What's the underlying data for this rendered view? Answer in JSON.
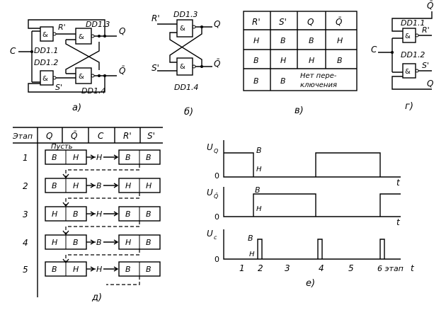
{
  "panel_a": {
    "caption": "а)",
    "input_c": "C",
    "out_q": "Q",
    "out_qbar": "Q̄",
    "gates": [
      "DD1.1",
      "DD1.2",
      "DD1.3",
      "DD1.4"
    ],
    "signal_r": "R'",
    "signal_s": "S'",
    "gate_sym": "&"
  },
  "panel_b": {
    "caption": "б)",
    "label_r": "R'",
    "label_s": "S'",
    "gate_top": "DD1.3",
    "gate_bottom": "DD1.4",
    "out_q": "Q",
    "out_qbar": "Q̄"
  },
  "panel_v": {
    "caption": "в)",
    "headers": [
      "R'",
      "S'",
      "Q",
      "Q̄"
    ],
    "rows": [
      [
        "H",
        "B",
        "B",
        "H"
      ],
      [
        "B",
        "H",
        "H",
        "B"
      ],
      [
        "B",
        "B",
        "Нет пере-",
        "ключения"
      ]
    ]
  },
  "panel_g": {
    "caption": "г)",
    "qbar": "Q̄",
    "r": "R'",
    "c": "C",
    "s": "S'",
    "q": "Q",
    "gate_top": "DD1.1",
    "gate_bottom": "DD1.2"
  },
  "panel_d": {
    "caption": "д)",
    "headers": [
      "Этап",
      "Q",
      "Q̄",
      "C",
      "R'",
      "S'"
    ],
    "steps": [
      {
        "num": "1",
        "q": "B",
        "qbar": "H",
        "c": "H",
        "r": "B",
        "s": "B",
        "note": "Пусть"
      },
      {
        "num": "2",
        "q": "B",
        "qbar": "H",
        "c": "B",
        "r": "H",
        "s": "H",
        "note": ""
      },
      {
        "num": "3",
        "q": "H",
        "qbar": "B",
        "c": "H",
        "r": "B",
        "s": "B",
        "note": ""
      },
      {
        "num": "4",
        "q": "H",
        "qbar": "B",
        "c": "B",
        "r": "H",
        "s": "B",
        "note": ""
      },
      {
        "num": "5",
        "q": "B",
        "qbar": "H",
        "c": "H",
        "r": "B",
        "s": "B",
        "note": ""
      }
    ]
  },
  "panel_e": {
    "caption": "е)",
    "u_q": "U",
    "u_q_sub": "Q",
    "u_qbar": "U",
    "u_qbar_sub": "Q̄",
    "u_c": "U",
    "u_c_sub": "c",
    "zero": "0",
    "t": "t",
    "level_b": "B",
    "level_h": "H",
    "x_ticks": [
      "1",
      "2",
      "3",
      "4",
      "5"
    ],
    "x_last": "6 этап",
    "x_last_t": "t"
  }
}
